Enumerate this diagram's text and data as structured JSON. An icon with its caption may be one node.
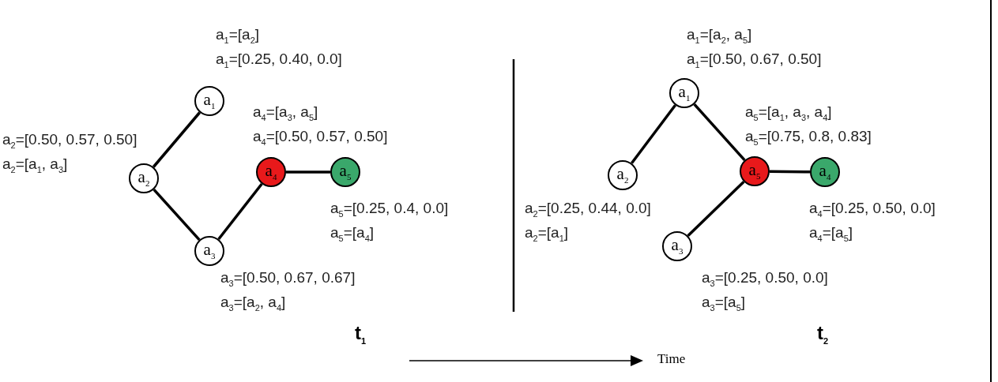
{
  "diagram": {
    "nodes": [
      {
        "text": [
          "a$_{1}$"
        ],
        "beside": [
          "a$_{1}$=[a$_{2}$]",
          "a$_{1}$=[0.25, 0.40, 0.0]"
        ]
      },
      {
        "text": [
          "a$_{2}$"
        ],
        "beside": [
          "a$_{2}$=[0.50, 0.57, 0.50]",
          "a$_{2}$=[a$_{1}$, a$_{3}$]"
        ]
      },
      {
        "text": [
          "a$_{3}$"
        ],
        "beside": [
          "a$_{3}$=[0.50, 0.67, 0.67]",
          "a$_{3}$=[a$_{2}$, a$_{4}$]"
        ]
      },
      {
        "text": [
          "a$_{4}$"
        ],
        "beside": [
          "a$_{4}$=[a$_{3}$, a$_{5}$]",
          "a$_{4}$=[0.50, 0.57, 0.50]"
        ]
      },
      {
        "text": [
          "a$_{5}$"
        ],
        "beside": [
          "a$_{5}$=[0.25, 0.4, 0.0]",
          "a$_{5}$=[a$_{4}$]"
        ]
      },
      {
        "text": [
          "a$_{1}$"
        ],
        "beside": [
          "a$_{1}$=[a$_{2}$, a$_{5}$]",
          "a$_{1}$=[0.50, 0.67, 0.50]"
        ]
      },
      {
        "text": [
          "a$_{2}$"
        ],
        "beside": [
          "a$_{2}$=[0.25, 0.44, 0.0]",
          "a$_{2}$=[a$_{1}$]"
        ]
      },
      {
        "text": [
          "a$_{5}$"
        ],
        "beside": [
          "a$_{5}$=[a$_{1}$, a$_{3}$, a$_{4}$]",
          "a$_{5}$=[0.75, 0.8, 0.83]"
        ]
      },
      {
        "text": [
          "a$_{4}$"
        ],
        "beside": [
          "a$_{4}$=[0.25, 0.50, 0.0]",
          "a$_{4}$=[a$_{5}$]"
        ]
      },
      {
        "text": [
          "a$_{3}$"
        ],
        "beside": [
          "a$_{3}$=[0.25, 0.50, 0.0]",
          "a$_{3}$=[a$_{5}$]"
        ]
      }
    ],
    "edges": [
      {
        "from": 1,
        "to": 0,
        "arrow": "none"
      },
      {
        "from": 1,
        "to": 2,
        "arrow": "none"
      },
      {
        "from": 2,
        "to": 3,
        "arrow": "none"
      },
      {
        "from": 3,
        "to": 4,
        "arrow": "none"
      },
      {
        "from": 6,
        "to": 5,
        "arrow": "none"
      },
      {
        "from": 5,
        "to": 7,
        "arrow": "none"
      },
      {
        "from": 9,
        "to": 7,
        "arrow": "none"
      },
      {
        "from": 7,
        "to": 8,
        "arrow": "none"
      }
    ],
    "labels": [
      "t$_{1}$",
      "t$_{2}$",
      "Time"
    ]
  }
}
